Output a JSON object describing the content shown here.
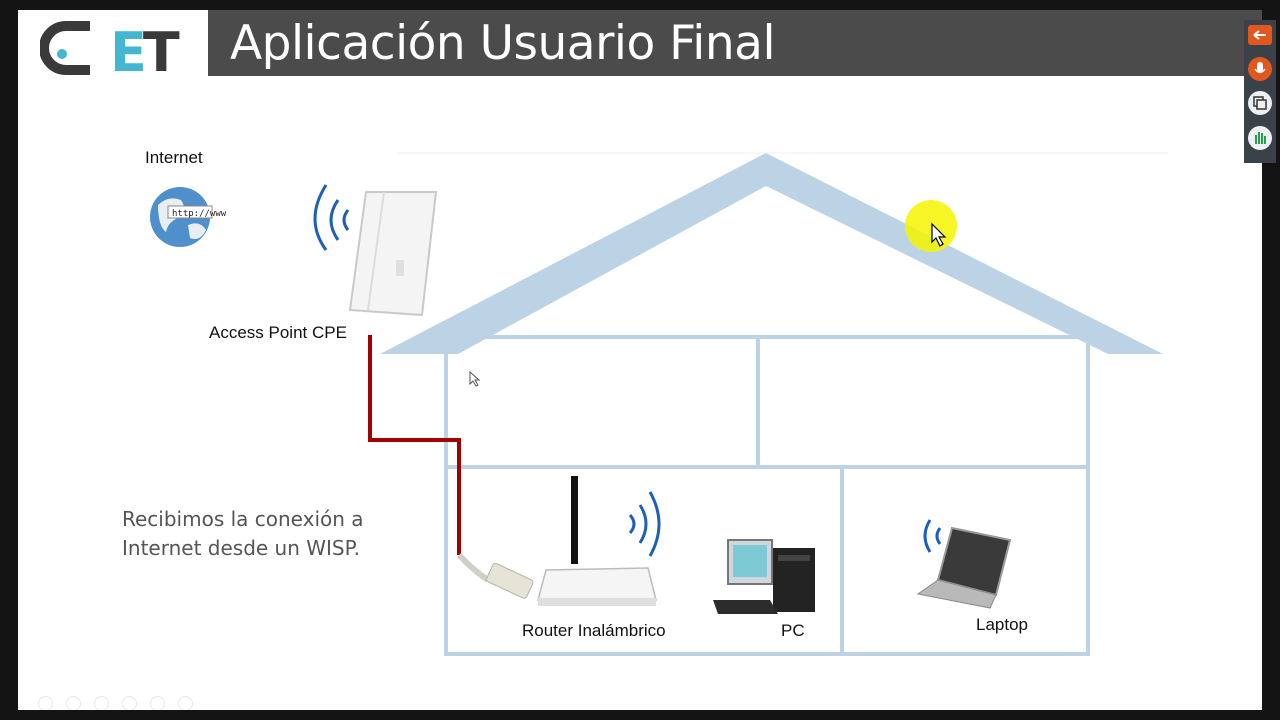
{
  "slide": {
    "title": "Aplicación Usuario Final",
    "logo_text": {
      "c": "C",
      "e": "E",
      "t": "T"
    }
  },
  "labels": {
    "internet": "Internet",
    "access_point": "Access Point CPE",
    "router": "Router Inalámbrico",
    "pc": "PC",
    "laptop": "Laptop"
  },
  "caption": {
    "line1": "Recibimos la conexión a",
    "line2": "Internet desde un WISP."
  },
  "globe_text": "http://www",
  "colors": {
    "title_bar": "#4b4b4b",
    "house_lines": "#bcd3e6",
    "cable": "#a30000",
    "wifi_waves": "#1e5fb8",
    "pointer_highlight": "#f4f400"
  },
  "side_toolbar": {
    "icons": [
      "arrow-left-icon",
      "microphone-icon",
      "copy-icon",
      "hand-icon"
    ]
  }
}
